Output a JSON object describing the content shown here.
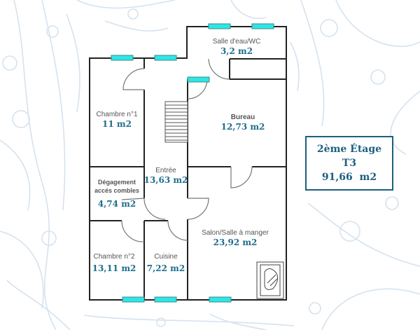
{
  "colors": {
    "wall": "#222222",
    "window": "#2ee6e6",
    "area_text": "#1d6d8c",
    "background_pattern": "#d5e2ee",
    "summary_border": "#1d5f80"
  },
  "summary": {
    "floor": "2ème Étage",
    "type": "T3",
    "total_area": "91,66  m2"
  },
  "rooms": {
    "salle_eau": {
      "name": "Salle d'eau/WC",
      "area": "3,2 m2"
    },
    "chambre1": {
      "name": "Chambre n°1",
      "area": "11 m2"
    },
    "bureau": {
      "name": "Bureau",
      "area": "12,73 m2"
    },
    "entree": {
      "name": "Entrée",
      "area": "13,63 m2"
    },
    "degagement": {
      "name_line1": "Dégagement",
      "name_line2": "accés combles",
      "area": "4,74 m2"
    },
    "chambre2": {
      "name": "Chambre n°2",
      "area": "13,11 m2"
    },
    "cuisine": {
      "name": "Cuisine",
      "area": "7,22 m2"
    },
    "salon": {
      "name": "Salon/Salle à manger",
      "area": "23,92 m2"
    }
  },
  "icons": {
    "stairs": "stairs-icon",
    "fireplace": "fireplace-icon",
    "windows": "window-icon",
    "doors": "door-swing-icon"
  }
}
